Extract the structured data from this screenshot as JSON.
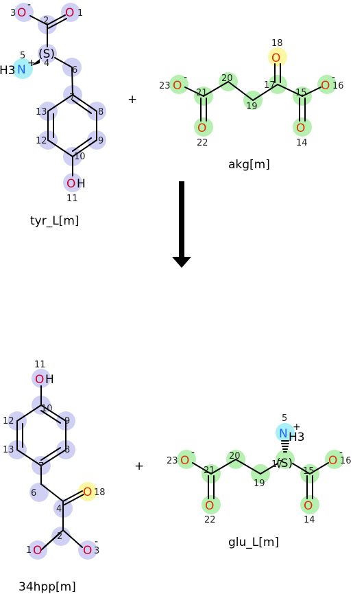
{
  "reactants": [
    {
      "name": "tyr_L[m]"
    },
    {
      "name": "akg[m]"
    }
  ],
  "products": [
    {
      "name": "34hpp[m]"
    },
    {
      "name": "glu_L[m]"
    }
  ],
  "operator": "+",
  "colors": {
    "tyr_atoms": "#d0d0f5",
    "akg_atoms": "#b6f0b0",
    "keto_oxygen": "#fbf7a2",
    "amine_nitrogen": "#a8f0f5"
  },
  "labels": {
    "O": "O",
    "N": "N",
    "H": "H",
    "OH": "OH",
    "H3": "H3",
    "NH3": "NH3",
    "minus": "-",
    "plus": "+",
    "S": "(S)",
    "n1": "1",
    "n2": "2",
    "n3": "3",
    "n4": "4",
    "n5": "5",
    "n6": "6",
    "n7": "7",
    "n8": "8",
    "n9": "9",
    "n10": "10",
    "n11": "11",
    "n12": "12",
    "n13": "13",
    "n14": "14",
    "n15": "15",
    "n16": "16",
    "n17": "17",
    "n18": "18",
    "n19": "19",
    "n20": "20",
    "n21": "21",
    "n22": "22",
    "n23": "23"
  }
}
